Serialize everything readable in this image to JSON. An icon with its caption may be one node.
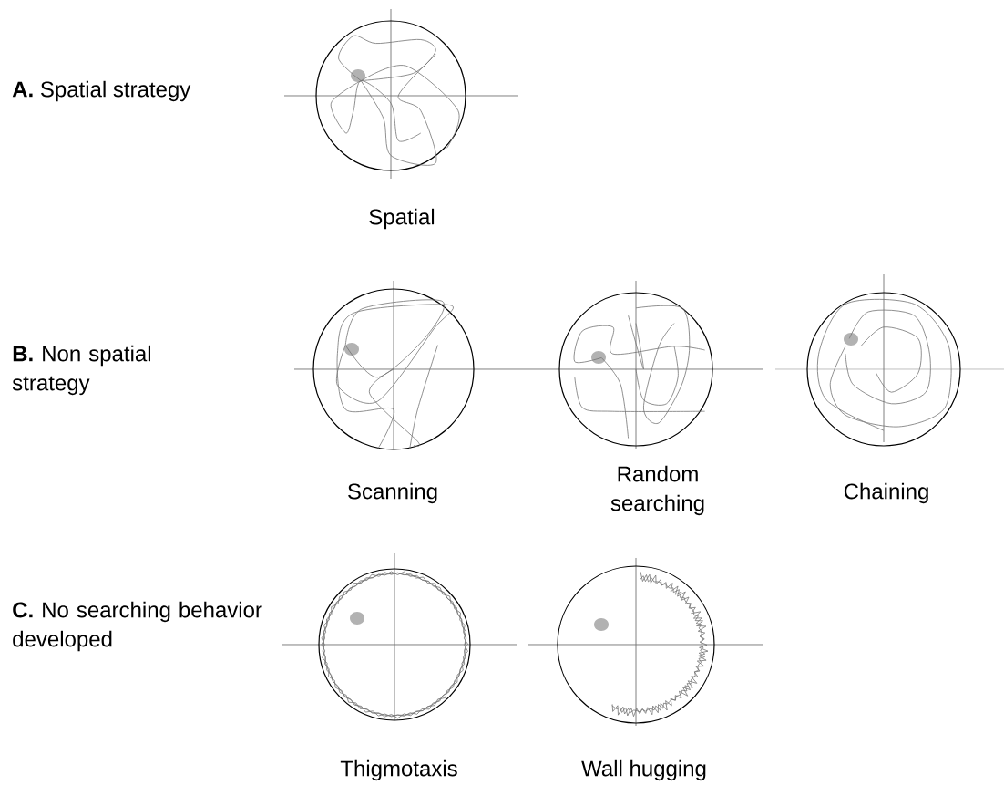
{
  "diagram": {
    "labels": [
      "**A.** Spatial strategy",
      "Spatial",
      "**B.** Non spatial strategy",
      "Scanning",
      "Random searching",
      "Chaining",
      "**C.** No searching behavior developed",
      "Thigmotaxis",
      "Wall hugging"
    ]
  }
}
